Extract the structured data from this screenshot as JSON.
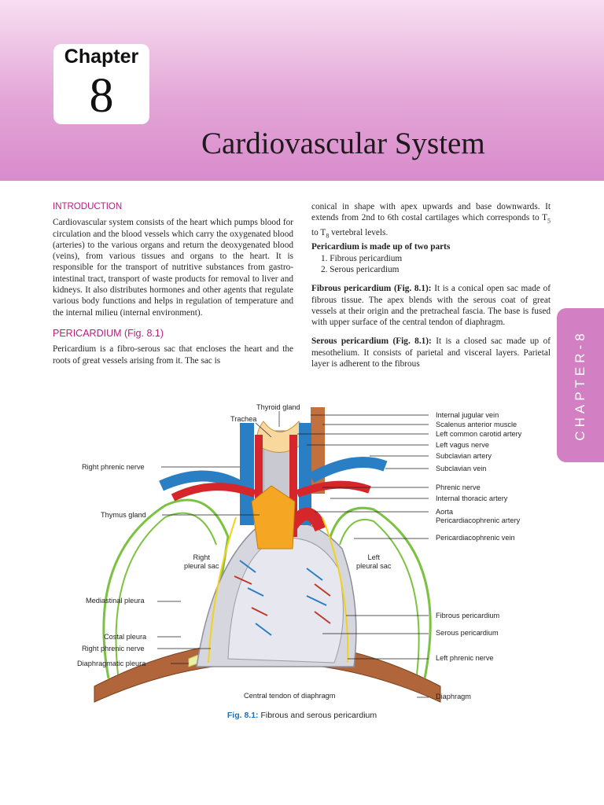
{
  "header": {
    "chapter_word": "Chapter",
    "chapter_number": "8",
    "title": "Cardiovascular System"
  },
  "side_tab": {
    "label": "CHAPTER-8"
  },
  "left_column": {
    "intro_heading": "INTRODUCTION",
    "intro_text": "Cardiovascular system consists of the heart which pumps blood for circulation and the blood vessels which carry the oxygenated blood (arteries) to the various organs and return the deoxygenated blood (veins), from various tissues and organs to the heart. It is responsible for the transport of nutritive substances from gastro-intestinal tract, transport of waste products for removal to liver and kidneys. It also distributes hormones and other agents that regulate various body functions and helps in regulation of temperature and the internal milieu (internal environment).",
    "pericardium_heading": "PERICARDIUM (Fig. 8.1)",
    "pericardium_text": "Pericardium is a fibro-serous sac that encloses the heart and the roots of great vessels arising from it. The sac is"
  },
  "right_column": {
    "continuation_a": "conical in shape with apex upwards and base downwards. It extends from 2nd to 6th costal cartilages which corresponds to T",
    "continuation_sub1": "5",
    "continuation_mid": " to T",
    "continuation_sub2": "8",
    "continuation_end": " vertebral levels.",
    "parts_heading": "Pericardium is made up of two parts",
    "parts": [
      "1.  Fibrous pericardium",
      "2.  Serous pericardium"
    ],
    "fibrous_lead": "Fibrous pericardium (Fig. 8.1):",
    "fibrous_text": " It is a conical open sac made of fibrous tissue. The apex blends with the serous coat of great vessels at their origin and the pretracheal fascia. The base is fused with upper surface of the central tendon of diaphragm.",
    "serous_lead": "Serous pericardium (Fig. 8.1):",
    "serous_text": " It is a closed sac made up of mesothelium.  It consists of parietal and visceral layers. Parietal layer is adherent to the fibrous"
  },
  "figure": {
    "labels": {
      "thyroid_gland": "Thyroid gland",
      "trachea": "Trachea",
      "right_phrenic_nerve_top": "Right phrenic nerve",
      "thymus_gland": "Thymus gland",
      "right_pleural_sac": "Right\npleural sac",
      "mediastinal_pleura": "Mediastinal pleura",
      "costal_pleura": "Costal pleura",
      "right_phrenic_nerve_bottom": "Right phrenic nerve",
      "diaphragmatic_pleura": "Diaphragmatic pleura",
      "central_tendon": "Central tendon of diaphragm",
      "internal_jugular_vein": "Internal jugular vein",
      "scalenus_anterior": "Scalenus anterior muscle",
      "left_common_carotid": "Left common carotid artery",
      "left_vagus": "Left vagus nerve",
      "subclavian_artery": "Subclavian artery",
      "subclavian_vein": "Subclavian vein",
      "phrenic_nerve": "Phrenic nerve",
      "internal_thoracic_artery": "Internal thoracic artery",
      "aorta": "Aorta",
      "pericardiacophrenic_artery": "Pericardiacophrenic artery",
      "pericardiacophrenic_vein": "Pericardiacophrenic vein",
      "left_pleural_sac": "Left\npleural sac",
      "fibrous_pericardium": "Fibrous pericardium",
      "serous_pericardium": "Serous pericardium",
      "left_phrenic_nerve": "Left phrenic nerve",
      "diaphragm": "Diaphragm"
    },
    "caption_label": "Fig. 8.1:",
    "caption_text": " Fibrous and serous pericardium"
  },
  "colors": {
    "header_pink": "#d98bcc",
    "side_tab": "#d27fc4",
    "heading_magenta": "#c0187f",
    "caption_blue": "#1f6fb5",
    "vein_blue": "#2a7fc4",
    "artery_red": "#d5262c",
    "thymus_orange": "#f5a623",
    "pleura_green": "#7cc242",
    "diaphragm_brown": "#b0653a"
  }
}
